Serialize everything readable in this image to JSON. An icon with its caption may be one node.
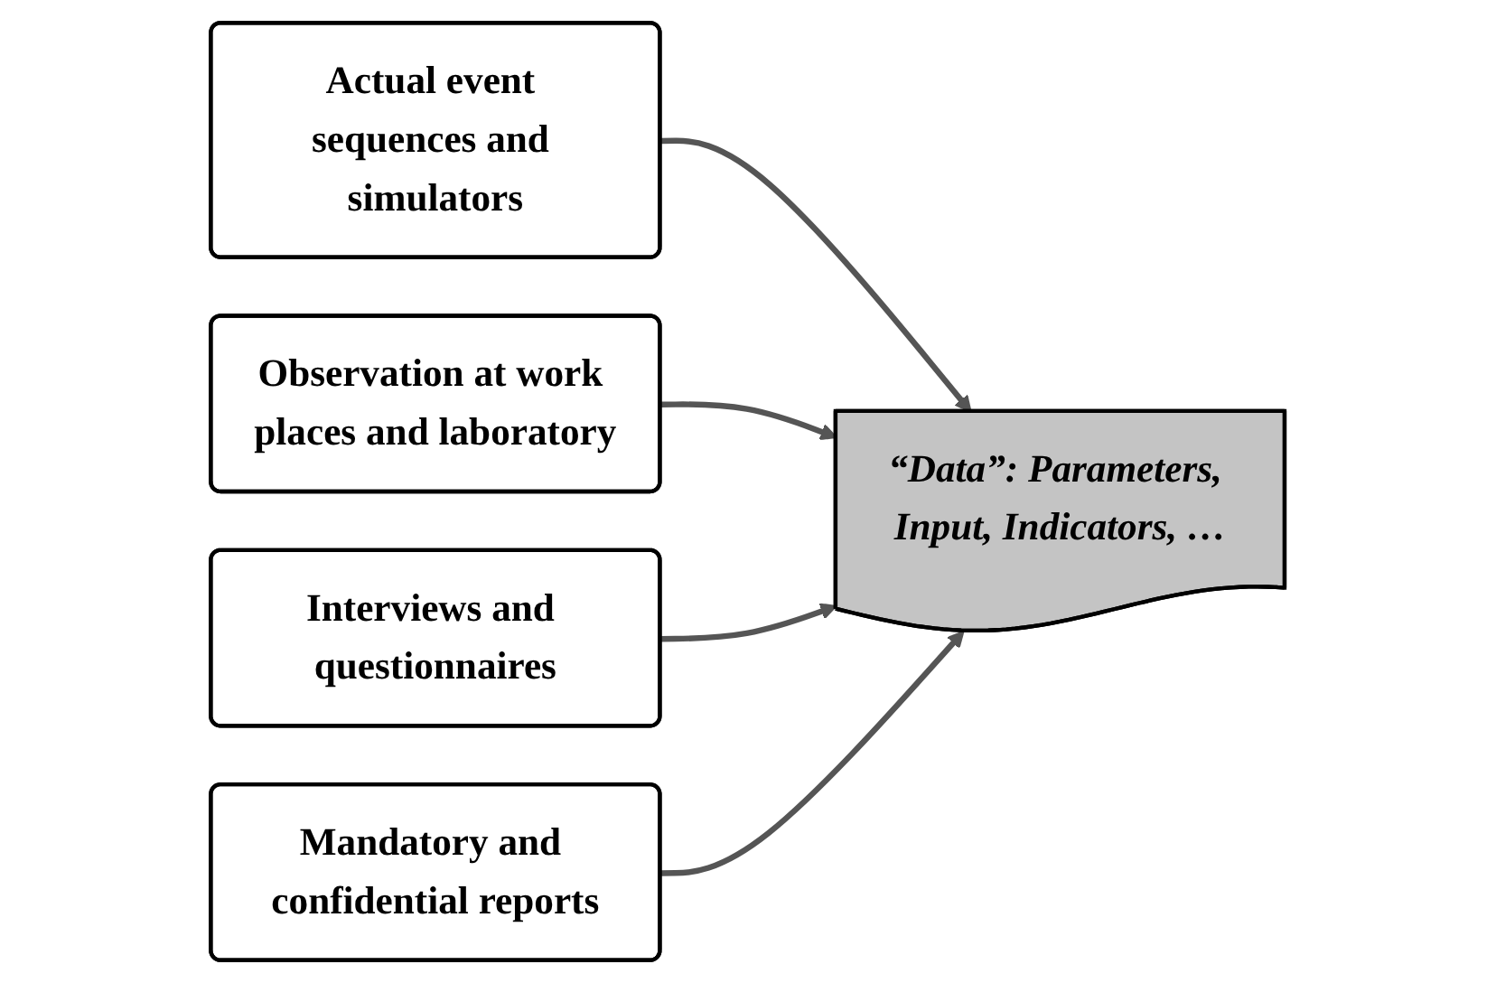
{
  "diagram": {
    "nodes": [
      {
        "text": [
          "Actual event sequences and simulators"
        ]
      },
      {
        "text": [
          "Observation at work places and laboratory"
        ]
      },
      {
        "text": [
          "Interviews and questionnaires"
        ]
      },
      {
        "text": [
          "Mandatory and confidential reports"
        ]
      },
      {
        "text": [
          "“Data”: Parameters, Input, Indicators, …"
        ]
      }
    ],
    "edges": [
      {
        "from": 0,
        "to": 4,
        "arrow": "to"
      },
      {
        "from": 1,
        "to": 4,
        "arrow": "to"
      },
      {
        "from": 2,
        "to": 4,
        "arrow": "to"
      },
      {
        "from": 3,
        "to": 4,
        "arrow": "to"
      }
    ]
  }
}
